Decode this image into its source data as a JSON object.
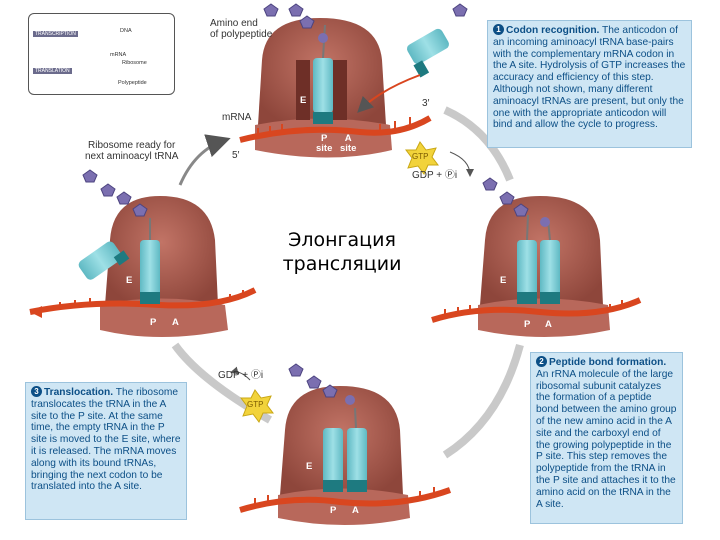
{
  "title": "Элонгация трансляции",
  "inset": {
    "transcription": "TRANSCRIPTION",
    "translation": "TRANSLATION",
    "dna": "DNA",
    "mrna": "mRNA",
    "ribosome": "Ribosome",
    "polypeptide": "Polypeptide"
  },
  "labels": {
    "amino_end": "Amino end\nof polypeptide",
    "mrna": "mRNA",
    "three_prime": "3′",
    "five_prime": "5′",
    "ribosome_ready": "Ribosome ready for\nnext aminoacyl tRNA",
    "gtp": "GTP",
    "gdp_pi": "GDP + Ⓟi",
    "e_site": "E",
    "p_site": "P",
    "a_site": "A",
    "p_site_full": "P\nsite",
    "a_site_full": "A\nsite"
  },
  "steps": [
    {
      "num": "1",
      "heading": "Codon recognition.",
      "text": " The anticodon of an incoming aminoacyl tRNA base-pairs with the complementary mRNA codon in the A site. Hydrolysis of GTP increases the accuracy and efficiency of this step. Although not shown, many different aminoacyl tRNAs are present, but only the one with the appropriate anticodon will bind and allow the cycle to progress."
    },
    {
      "num": "2",
      "heading": "Peptide bond formation.",
      "text": " An rRNA molecule of the large ribosomal subunit catalyzes the formation of a peptide bond between the amino group of the new amino acid in the A site and the carboxyl end of the growing polypeptide in the P site. This step removes the polypeptide from the tRNA in the P site and attaches it to the amino acid on the tRNA in the A site."
    },
    {
      "num": "3",
      "heading": "Translocation.",
      "text": " The ribosome translocates the tRNA in the A site to the P site. At the same time, the empty tRNA in the P site is moved to the E site, where it is released. The mRNA moves along with its bound tRNAs, bringing the next codon to be translated into the A site."
    }
  ],
  "colors": {
    "ribosome": "#9b4f43",
    "ribosome_shade": "#b8685b",
    "mrna": "#d9461f",
    "trna": "#7fcfd6",
    "trna_dark": "#3fa0ad",
    "amino_acid": "#7b6fb0",
    "gtp": "#f2d33b",
    "box_bg": "#cfe6f4",
    "box_text": "#0c4f86"
  }
}
